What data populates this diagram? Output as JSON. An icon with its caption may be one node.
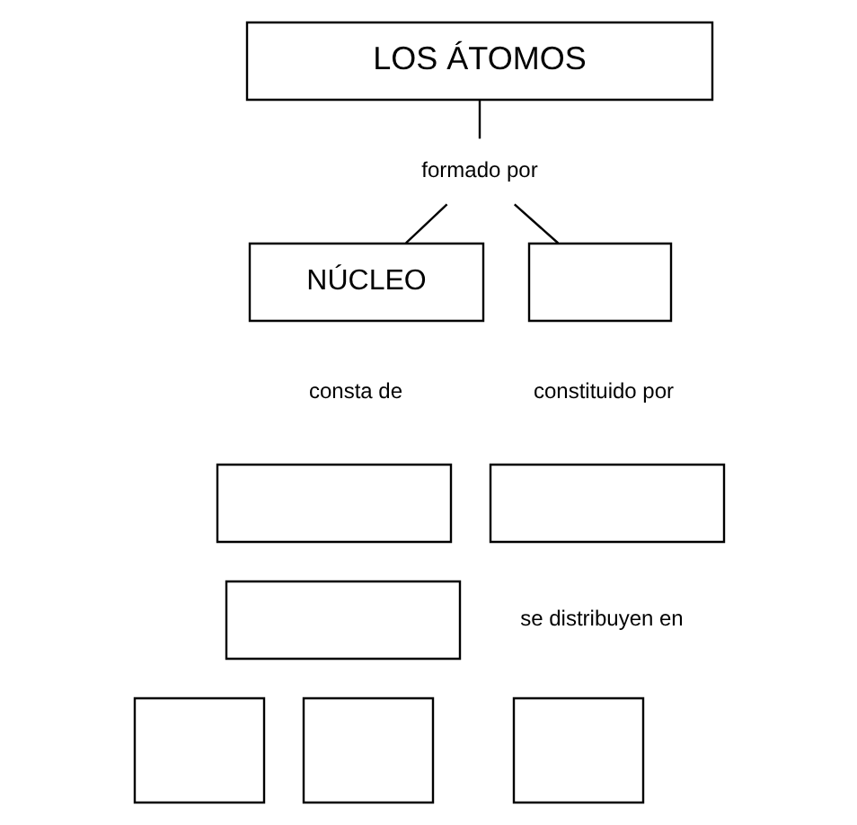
{
  "diagram": {
    "nodes": [
      {
        "text": [
          "LOS ÁTOMOS"
        ]
      },
      {
        "text": [
          "formado por"
        ]
      },
      {
        "text": [
          "NÚCLEO"
        ]
      },
      {
        "text": [],
        "shape": "box"
      },
      {
        "text": [],
        "shape": "box"
      },
      {
        "text": [],
        "shape": "box"
      },
      {
        "text": [],
        "shape": "box"
      },
      {
        "text": [],
        "shape": "box"
      },
      {
        "text": [],
        "shape": "box"
      },
      {
        "text": [],
        "shape": "box"
      }
    ],
    "edges": [
      {
        "from": 0,
        "to": 1,
        "arrow": "none"
      },
      {
        "from": 1,
        "to": 2,
        "arrow": "none"
      },
      {
        "from": 1,
        "to": 3,
        "arrow": "none"
      }
    ],
    "labels": [
      "consta de",
      "constituido por",
      "se distribuyen en"
    ]
  }
}
